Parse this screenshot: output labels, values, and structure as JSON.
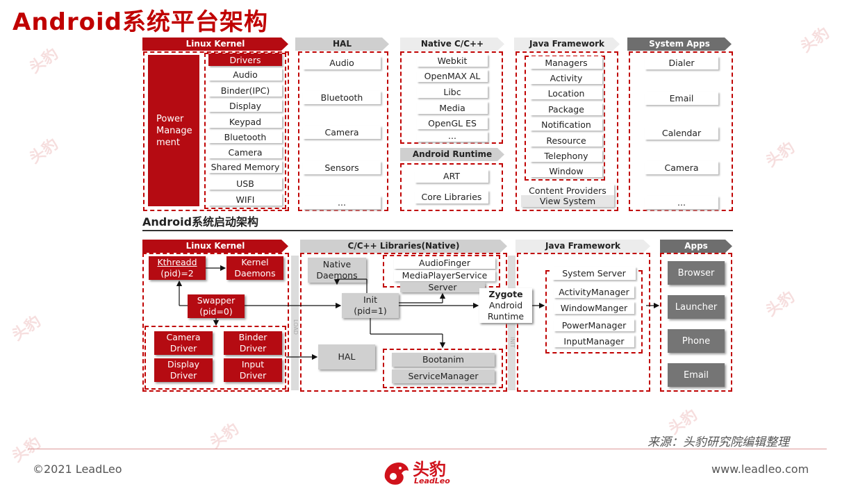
{
  "title": "Android系统平台架构",
  "subtitle": "Android系统启动架构",
  "colors": {
    "brand_red": "#b50b12",
    "title_red": "#c00000",
    "grey": "#cfcfcf",
    "dark_grey": "#6e6e6e"
  },
  "top": {
    "linux_kernel": {
      "header": "Linux Kernel",
      "power": [
        "Power",
        "Manage",
        "ment"
      ],
      "drivers": [
        "Drivers",
        "Audio",
        "Binder(IPC)",
        "Display",
        "Keypad",
        "Bluetooth",
        "Camera",
        "Shared Memory",
        "USB",
        "WIFI"
      ]
    },
    "hal": {
      "header": "HAL",
      "items": [
        "Audio",
        "Bluetooth",
        "Camera",
        "Sensors",
        "..."
      ]
    },
    "native": {
      "header": "Native C/C++",
      "items": [
        "Webkit",
        "OpenMAX AL",
        "Libc",
        "Media",
        "OpenGL ES",
        "..."
      ]
    },
    "runtime": {
      "header": "Android Runtime",
      "items": [
        "ART",
        "Core Libraries"
      ]
    },
    "java": {
      "header": "Java Framework",
      "items": [
        "Managers",
        "Activity",
        "Location",
        "Package",
        "Notification",
        "Resource",
        "Telephony",
        "Window"
      ],
      "content_providers": "Content Providers",
      "view_system": "View System"
    },
    "apps": {
      "header": "System Apps",
      "items": [
        "Dialer",
        "Email",
        "Calendar",
        "Camera",
        "..."
      ]
    }
  },
  "bottom": {
    "linux_header": "Linux Kernel",
    "native_header": "C/C++ Libraries(Native)",
    "java_header": "Java Framework",
    "apps_header": "Apps",
    "kthreadd": [
      "Kthreadd",
      "(pid)=2"
    ],
    "kernel_daemons": [
      "Kernel",
      "Daemons"
    ],
    "swapper": [
      "Swapper",
      "(pid=0)"
    ],
    "drivers": [
      [
        "Camera",
        "Driver"
      ],
      [
        "Binder",
        "Driver"
      ],
      [
        "Display",
        "Driver"
      ],
      [
        "Input",
        "Driver"
      ]
    ],
    "native_daemons": [
      "Native",
      "Daemons"
    ],
    "init": [
      "Init",
      "(pid=1)"
    ],
    "audio_finger": "AudioFinger",
    "media_player_service": "MediaPlayerService",
    "server": "Server",
    "hal": "HAL",
    "bootanim": "Bootanim",
    "service_manager": "ServiceManager",
    "zygote": [
      "Zygote",
      "Android",
      "Runtime"
    ],
    "system_server": "System Server",
    "managers": [
      "ActivityManager",
      "WindowManger",
      "PowerManager",
      "InputManager"
    ],
    "apps": [
      "Browser",
      "Launcher",
      "Phone",
      "Email"
    ],
    "sep1": "LOAD",
    "sep2": "INIT"
  },
  "footer": {
    "copyright": "©2021 LeadLeo",
    "source": "来源：头豹研究院编辑整理",
    "website": "www.leadleo.com",
    "logo_cn": "头豹",
    "logo_en": "LeadLeo"
  }
}
